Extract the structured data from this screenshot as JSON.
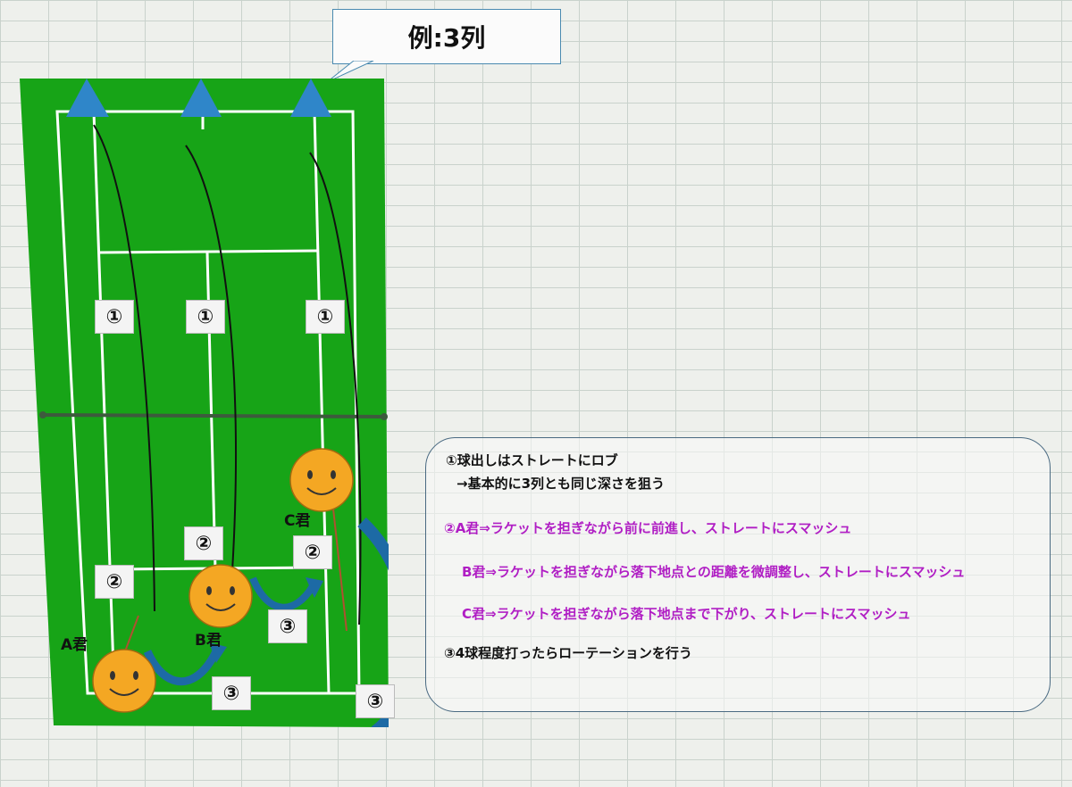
{
  "title": "例:3列",
  "labels": {
    "step1": "①",
    "step2": "②",
    "step3": "③"
  },
  "players": {
    "a": "A君",
    "b": "B君",
    "c": "C君"
  },
  "notes": {
    "line1": "①球出しはストレートにロブ",
    "line2": "→基本的に3列とも同じ深さを狙う",
    "line3": "②A君⇒ラケットを担ぎながら前に前進し、ストレートにスマッシュ",
    "line4": "B君⇒ラケットを担ぎながら落下地点との距離を微調整し、ストレートにスマッシュ",
    "line5": "C君⇒ラケットを担ぎながら落下地点まで下がり、ストレートにスマッシュ",
    "line6": "③4球程度打ったらローテーションを行う"
  },
  "colors": {
    "court": "#17a417",
    "line": "#ffffff",
    "cone": "#2f86c9",
    "arrow": "#1d6aa5",
    "face": "#f4a723",
    "purple_text": "#b01ec4"
  }
}
